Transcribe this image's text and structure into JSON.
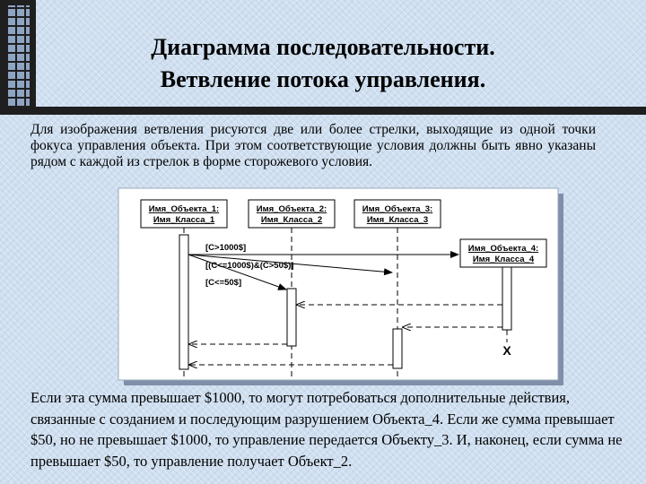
{
  "slide": {
    "title_line1": "Диаграмма последовательности.",
    "title_line2": "Ветвление потока управления.",
    "intro_text": "Для изображения ветвления рисуются две или более стрелки, выходящие из одной точки фокуса управления объекта. При этом соответствующие условия должны быть явно указаны рядом с каждой из стрелок в форме сторожевого условия.",
    "bottom_text": "Если эта сумма превышает $1000, то могут потребоваться дополнительные действия, связанные с созданием и последующим разрушением Объекта_4. Если же сумма превышает $50, но не превышает $1000, то управление передается Объекту_3. И, наконец, если сумма не превышает $50, то управление получает Объект_2."
  },
  "diagram": {
    "objects": [
      {
        "line1": "Имя_Объекта_1:",
        "line2": "Имя_Класса_1"
      },
      {
        "line1": "Имя_Объекта_2:",
        "line2": "Имя_Класса_2"
      },
      {
        "line1": "Имя_Объекта_3:",
        "line2": "Имя_Класса_3"
      },
      {
        "line1": "Имя_Объекта_4:",
        "line2": "Имя_Класса_4"
      }
    ],
    "guards": [
      "[C>1000$]",
      "[(C<=1000$)&(C>50$)]",
      "[C<=50$]"
    ],
    "destroy_mark": "X"
  }
}
